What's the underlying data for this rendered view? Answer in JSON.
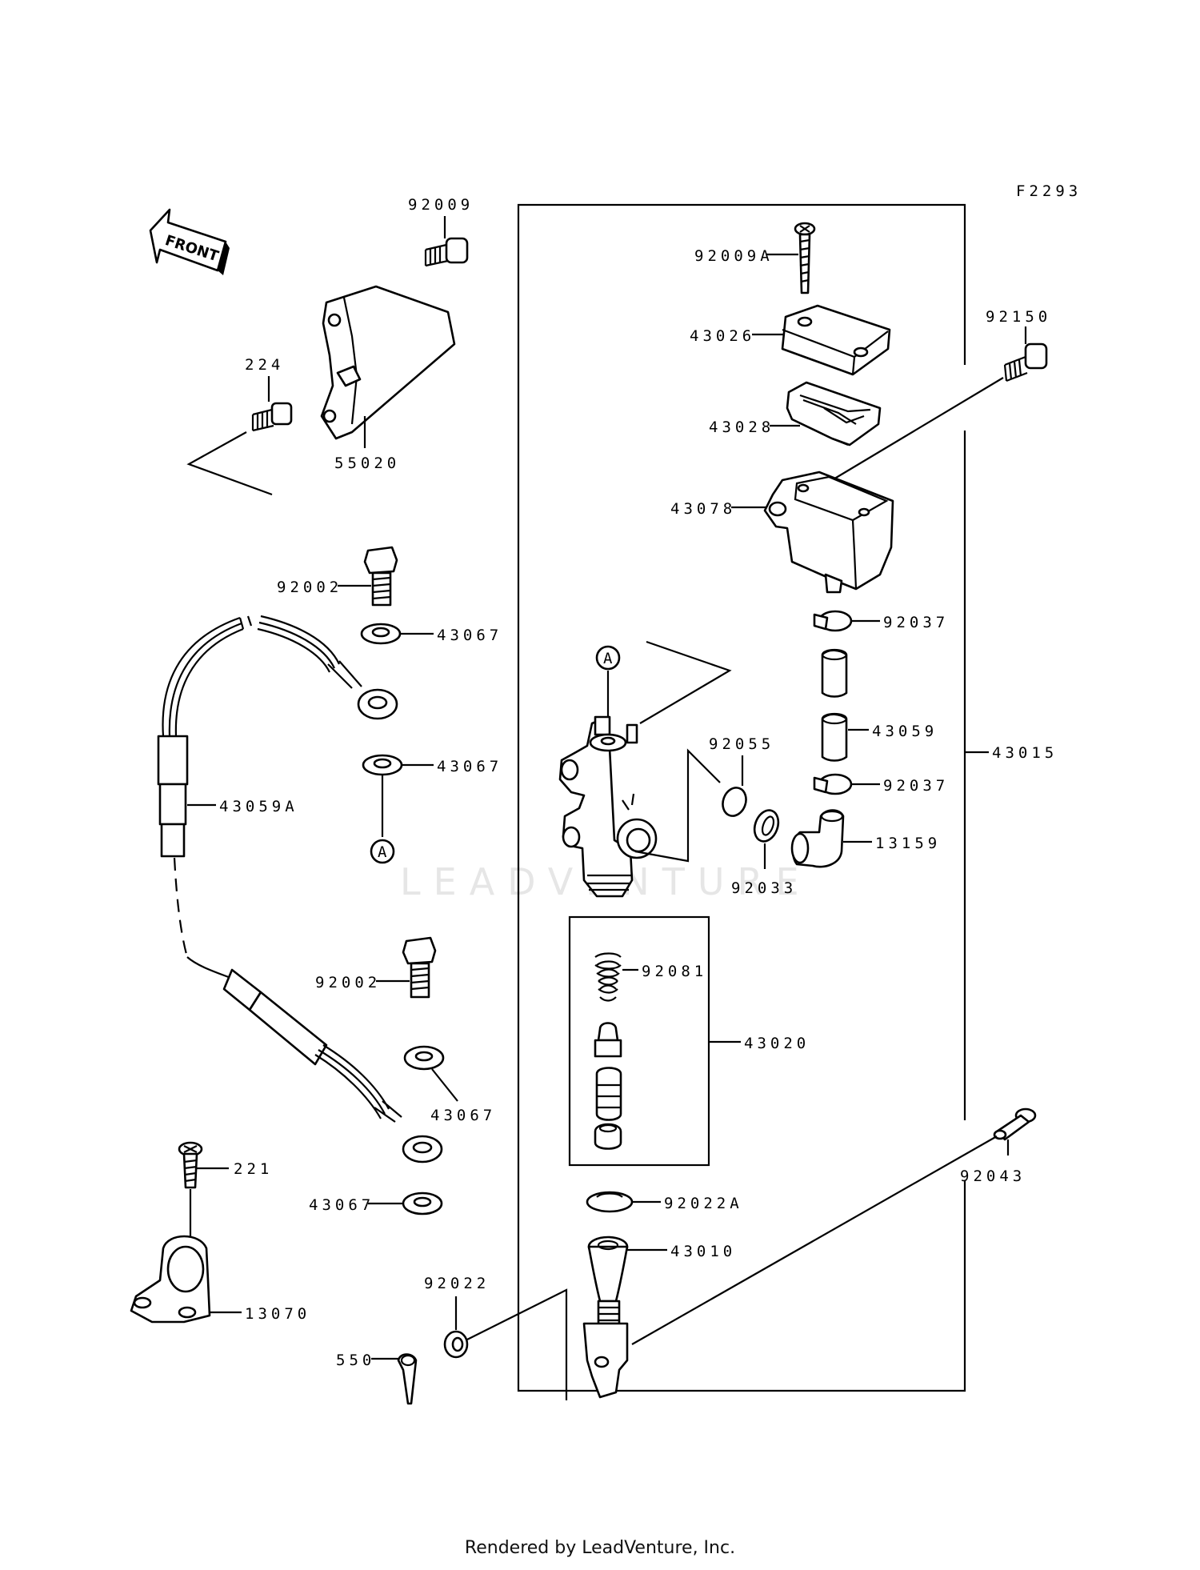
{
  "figure_code": "F2293",
  "front_label": "FRONT",
  "watermark": "LEADVENTURE",
  "footer_text": "Rendered by LeadVenture, Inc.",
  "callouts": {
    "c92009": "92009",
    "c224": "224",
    "c55020": "55020",
    "c92002a": "92002",
    "c43067a": "43067",
    "c43067b": "43067",
    "c43059A": "43059A",
    "c92002b": "92002",
    "c43067c": "43067",
    "c43067d": "43067",
    "c221": "221",
    "c13070": "13070",
    "c550": "550",
    "c92022": "92022",
    "c92009A": "92009A",
    "c43026": "43026",
    "c43028": "43028",
    "c43078": "43078",
    "c92150": "92150",
    "c92037a": "92037",
    "c43059": "43059",
    "c92037b": "92037",
    "c13159": "13159",
    "c92055": "92055",
    "c92033": "92033",
    "c43015": "43015",
    "c92081": "92081",
    "c43020": "43020",
    "c92043": "92043",
    "c92022A": "92022A",
    "c43010": "43010"
  },
  "ref_markers": {
    "m1": "A",
    "m2": "A"
  }
}
